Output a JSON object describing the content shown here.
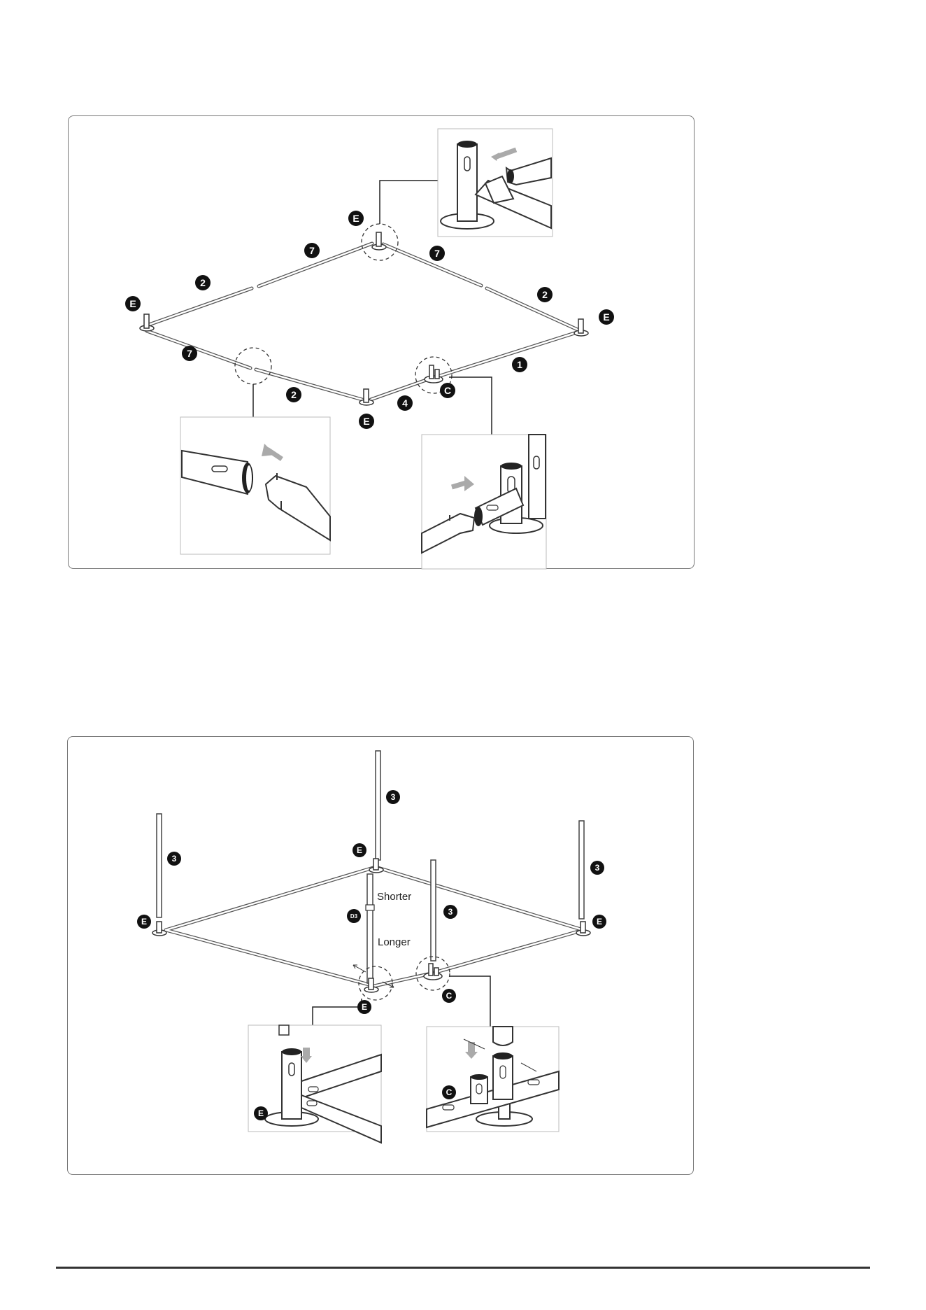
{
  "step1": {
    "parts": {
      "one": "1",
      "two": "2",
      "four": "4",
      "seven": "7",
      "E": "E",
      "C": "C"
    }
  },
  "step2": {
    "parts": {
      "three": "3",
      "E": "E",
      "C": "C",
      "D3": "D3"
    },
    "labels": {
      "shorter": "Shorter",
      "longer": "Longer"
    }
  }
}
